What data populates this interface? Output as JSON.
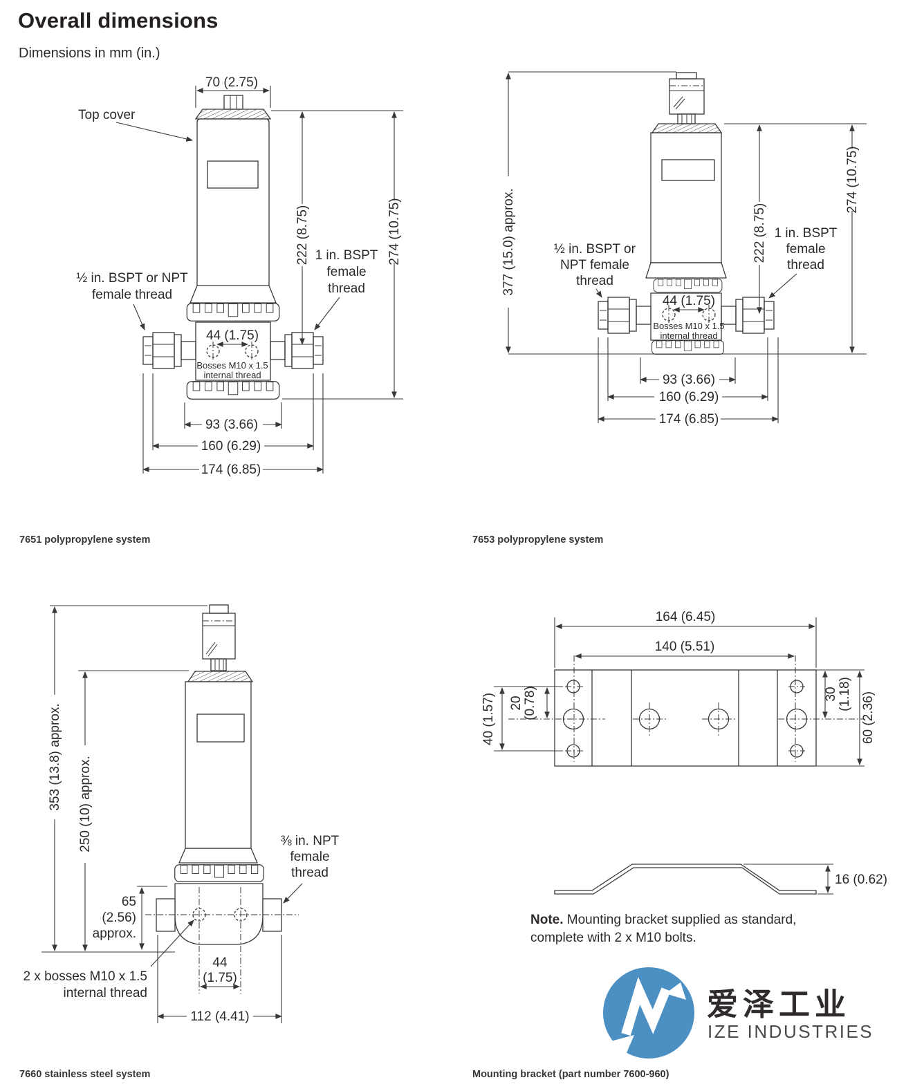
{
  "page": {
    "title": "Overall dimensions",
    "subtitle": "Dimensions in mm (in.)"
  },
  "d7651": {
    "caption": "7651 polypropylene system",
    "dim_width": "70 (2.75)",
    "dim_h1": "222 (8.75)",
    "dim_h2": "274 (10.75)",
    "dim_boss": "44 (1.75)",
    "dim_w1": "93 (3.66)",
    "dim_w2": "160 (6.29)",
    "dim_w3": "174 (6.85)",
    "label_top_cover": "Top cover",
    "label_left_1": "½ in. BSPT or NPT",
    "label_left_2": "female thread",
    "label_right_1": "1 in. BSPT",
    "label_right_2": "female",
    "label_right_3": "thread",
    "label_boss_1": "Bosses M10 x 1.5",
    "label_boss_2": "internal thread"
  },
  "d7653": {
    "caption": "7653 polypropylene system",
    "dim_total": "377 (15.0) approx.",
    "dim_h1": "222 (8.75)",
    "dim_h2": "274 (10.75)",
    "dim_boss": "44 (1.75)",
    "dim_w1": "93 (3.66)",
    "dim_w2": "160 (6.29)",
    "dim_w3": "174 (6.85)",
    "label_left_1": "½ in. BSPT or",
    "label_left_2": "NPT female",
    "label_left_3": "thread",
    "label_right_1": "1 in. BSPT",
    "label_right_2": "female",
    "label_right_3": "thread",
    "label_boss_1": "Bosses M10 x 1.5",
    "label_boss_2": "internal thread"
  },
  "d7660": {
    "caption": "7660 stainless steel system",
    "dim_total": "353 (13.8) approx.",
    "dim_upper": "250 (10) approx.",
    "dim_port_1": "65",
    "dim_port_2": "(2.56)",
    "dim_port_3": "approx.",
    "dim_boss_1": "44",
    "dim_boss_2": "(1.75)",
    "dim_w": "112 (4.41)",
    "label_right_1": "⅜ in. NPT",
    "label_right_2": "female",
    "label_right_3": "thread",
    "label_boss_1": "2 x bosses M10 x 1.5",
    "label_boss_2": "internal thread"
  },
  "bracket": {
    "caption": "Mounting bracket (part number 7600-960)",
    "dim_w1": "164 (6.45)",
    "dim_w2": "140 (5.51)",
    "dim_l1": "40 (1.57)",
    "dim_l2a": "20",
    "dim_l2b": "(0.78)",
    "dim_r1a": "30",
    "dim_r1b": "(1.18)",
    "dim_r2": "60 (2.36)",
    "dim_h": "16 (0.62)",
    "note_bold": "Note.",
    "note_rest": " Mounting bracket supplied as standard,",
    "note_line2": "complete with 2 x M10 bolts."
  },
  "logo": {
    "cn": "爱泽工业",
    "en": "IZE INDUSTRIES",
    "blue": "#4c8fc3"
  }
}
